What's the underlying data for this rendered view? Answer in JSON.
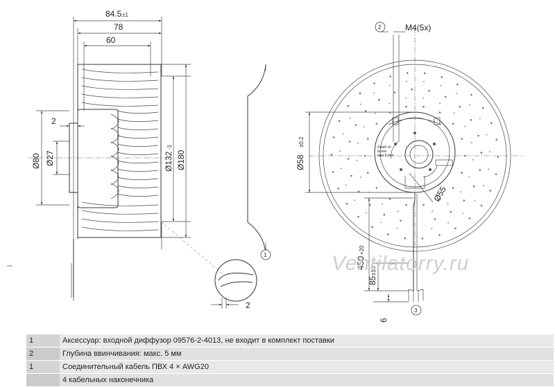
{
  "dimensions": {
    "overall_depth": "84.5",
    "overall_depth_tol": "±1",
    "depth_78": "78",
    "depth_60": "60",
    "hub_offset": "2",
    "dia_80": "Ø80",
    "dia_27": "Ø27",
    "dia_132": "Ø132",
    "dia_132_tol": "-1",
    "dia_180": "Ø180",
    "detail_2": "2",
    "thread": "M4(5x)",
    "dia_58": "Ø58",
    "dia_58_tol": "±0.2",
    "dia_55": "Ø55",
    "cable_450": "450",
    "cable_450_tol": "+20",
    "cable_85": "85",
    "cable_85_tol": "±10",
    "strip_6": "6"
  },
  "callouts": {
    "c1": "1",
    "c2": "2",
    "c3": "3"
  },
  "rotor_labels": {
    "depth_line1": "Depth of",
    "depth_line2": "screw",
    "depth_line3": "max 5 mm"
  },
  "watermark": "Ventilatorry.ru",
  "notes": [
    {
      "num": "1",
      "text": "Аксессуар: входной диффузор 09576-2-4013, не входит в комплект поставки"
    },
    {
      "num": "2",
      "text": "Глубина ввинчивания: макс. 5 мм"
    },
    {
      "num": "1",
      "text": "Соединительный кабель ПВХ 4 × AWG20"
    },
    {
      "num": "",
      "text": "4 кабельных наконечника"
    }
  ]
}
